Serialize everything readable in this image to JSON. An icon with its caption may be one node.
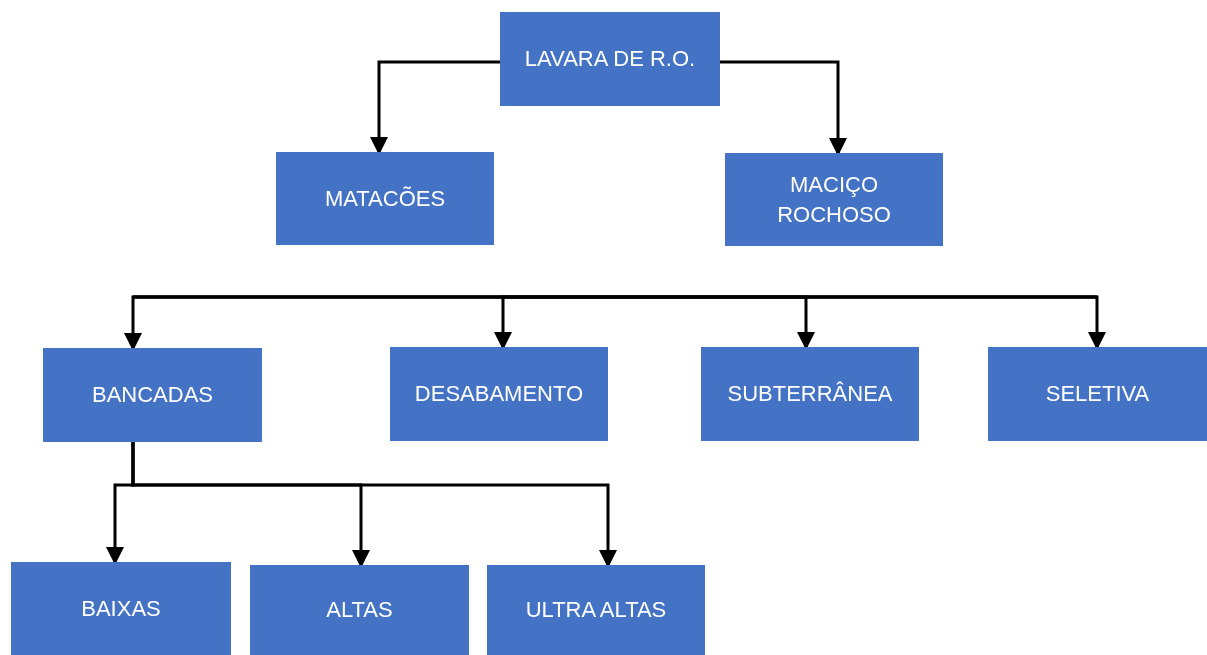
{
  "diagram": {
    "nodes": [
      {
        "text": [
          "LAVARA DE R.O."
        ]
      },
      {
        "text": [
          "MATACÕES"
        ]
      },
      {
        "text": [
          "MACIÇO ROCHOSO"
        ]
      },
      {
        "text": [
          "BANCADAS"
        ]
      },
      {
        "text": [
          "DESABAMENTO"
        ]
      },
      {
        "text": [
          "SUBTERRÂNEA"
        ]
      },
      {
        "text": [
          "SELETIVA"
        ]
      },
      {
        "text": [
          "BAIXAS"
        ]
      },
      {
        "text": [
          "ALTAS"
        ]
      },
      {
        "text": [
          "ULTRA ALTAS"
        ]
      }
    ],
    "edges": [
      {
        "from": 0,
        "to": 1,
        "arrow": "to"
      },
      {
        "from": 0,
        "to": 2,
        "arrow": "to"
      },
      {
        "from": null,
        "to": 3,
        "arrow": "to"
      },
      {
        "from": null,
        "to": 4,
        "arrow": "to"
      },
      {
        "from": null,
        "to": 5,
        "arrow": "to"
      },
      {
        "from": null,
        "to": 6,
        "arrow": "to"
      },
      {
        "from": 3,
        "to": 7,
        "arrow": "to"
      },
      {
        "from": 3,
        "to": 8,
        "arrow": "to"
      },
      {
        "from": 3,
        "to": 9,
        "arrow": "to"
      }
    ]
  }
}
